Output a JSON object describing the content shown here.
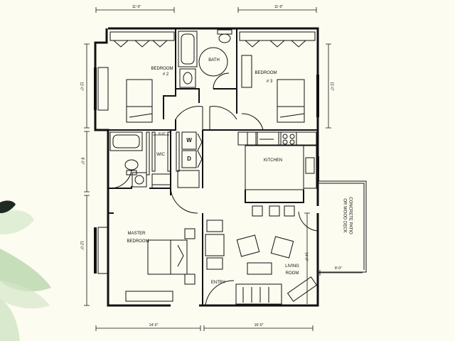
{
  "rooms": {
    "bedroom2": "BEDROOM",
    "bedroom2_num": "# 2",
    "bath": "BATH",
    "bedroom3": "BEDROOM",
    "bedroom3_num": "# 3",
    "wic": "WIC",
    "washer": "W",
    "dryer": "D",
    "kitchen": "KITCHEN",
    "master_line1": "MASTER",
    "master_line2": "BEDROOM",
    "entry": "ENTRY",
    "living_line1": "LIVING",
    "living_line2": "ROOM",
    "patio_line1": "CONCRETE PATIO",
    "patio_line2": "OR WOOD DECK"
  },
  "dimensions": {
    "top_left": "11'-0\"",
    "top_right": "11'-0\"",
    "left_upper": "11'-0\"",
    "left_middle": "8'-0\"",
    "left_lower": "12'-0\"",
    "right_upper": "11'-0\"",
    "wic_width": "6'-0\"",
    "patio_width": "8'-0\"",
    "living_height": "14'-0\"",
    "bottom_left": "14'-0\"",
    "bottom_right": "16'-0\""
  },
  "colors": {
    "background": "#fdfcf1",
    "line": "#111111",
    "leaf_dark": "#1e2a22",
    "leaf_light": "#bcd8b0"
  }
}
